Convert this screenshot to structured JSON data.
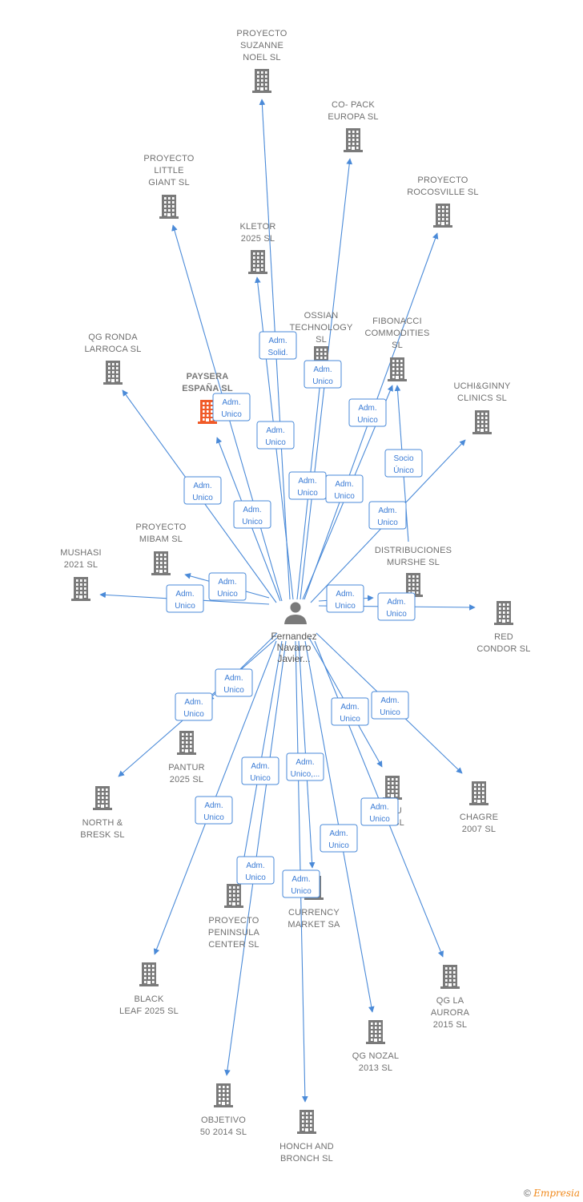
{
  "colors": {
    "edge": "#4a8ad8",
    "building": "#7a7a7a",
    "building_highlight": "#f05a28",
    "person": "#7a7a7a"
  },
  "center": {
    "label": [
      "Fernandez",
      "Navarro",
      "Javier..."
    ],
    "icon": "person-icon"
  },
  "nodes": [
    {
      "id": "suzanne",
      "label": [
        "PROYECTO",
        "SUZANNE",
        "NOEL  SL"
      ],
      "icon": "building-icon"
    },
    {
      "id": "copack",
      "label": [
        "CO- PACK",
        "EUROPA  SL"
      ],
      "icon": "building-icon"
    },
    {
      "id": "little-giant",
      "label": [
        "PROYECTO",
        "LITTLE",
        "GIANT  SL"
      ],
      "icon": "building-icon"
    },
    {
      "id": "rocosville",
      "label": [
        "PROYECTO",
        "ROCOSVILLE SL"
      ],
      "icon": "building-icon"
    },
    {
      "id": "kletor",
      "label": [
        "KLETOR",
        "2025  SL"
      ],
      "icon": "building-icon"
    },
    {
      "id": "ossian",
      "label": [
        "OSSIAN",
        "TECHNOLOGY",
        "SL"
      ],
      "icon": "building-icon"
    },
    {
      "id": "fibonacci",
      "label": [
        "FIBONACCI",
        "COMMODITIES",
        "SL"
      ],
      "icon": "building-icon"
    },
    {
      "id": "qg-ronda",
      "label": [
        "QG RONDA",
        "LARROCA SL"
      ],
      "icon": "building-icon"
    },
    {
      "id": "paysera",
      "label": [
        "PAYSERA",
        "ESPAÑA  SL"
      ],
      "icon": "building-icon",
      "highlight": true
    },
    {
      "id": "uchi",
      "label": [
        "UCHI&GINNY",
        "CLINICS  SL"
      ],
      "icon": "building-icon"
    },
    {
      "id": "mibam",
      "label": [
        "PROYECTO",
        "MIBAM SL"
      ],
      "icon": "building-icon"
    },
    {
      "id": "mushasi",
      "label": [
        "MUSHASI",
        "2021  SL"
      ],
      "icon": "building-icon"
    },
    {
      "id": "murshe",
      "label": [
        "DISTRIBUCIONES",
        "MURSHE  SL"
      ],
      "icon": "building-icon"
    },
    {
      "id": "red-condor",
      "label": [
        "RED",
        "CONDOR  SL"
      ],
      "icon": "building-icon"
    },
    {
      "id": "pantur",
      "label": [
        "PANTUR",
        "2025  SL"
      ],
      "icon": "building-icon"
    },
    {
      "id": "north-bresk",
      "label": [
        "NORTH &",
        "BRESK  SL"
      ],
      "icon": "building-icon"
    },
    {
      "id": "chagre",
      "label": [
        "CHAGRE",
        "2007 SL"
      ],
      "icon": "building-icon"
    },
    {
      "id": "u-sl",
      "label": [
        "U",
        "SL"
      ],
      "icon": "building-icon"
    },
    {
      "id": "peninsula",
      "label": [
        "PROYECTO",
        "PENINSULA",
        "CENTER SL"
      ],
      "icon": "building-icon"
    },
    {
      "id": "currency",
      "label": [
        "CURRENCY",
        "MARKET SA"
      ],
      "icon": "building-icon"
    },
    {
      "id": "black-leaf",
      "label": [
        "BLACK",
        "LEAF 2025  SL"
      ],
      "icon": "building-icon"
    },
    {
      "id": "qg-aurora",
      "label": [
        "QG LA",
        "AURORA",
        "2015  SL"
      ],
      "icon": "building-icon"
    },
    {
      "id": "qg-nozal",
      "label": [
        "QG NOZAL",
        "2013 SL"
      ],
      "icon": "building-icon"
    },
    {
      "id": "objetivo",
      "label": [
        "OBJETIVO",
        "50 2014 SL"
      ],
      "icon": "building-icon"
    },
    {
      "id": "honch",
      "label": [
        "HONCH AND",
        "BRONCH  SL"
      ],
      "icon": "building-icon"
    }
  ],
  "relations": [
    {
      "to": "suzanne",
      "label": [
        "Adm.",
        "Solid."
      ]
    },
    {
      "to": "copack",
      "label": [
        "Adm.",
        "Unico"
      ]
    },
    {
      "to": "little-giant",
      "label": [
        "Adm.",
        "Unico"
      ]
    },
    {
      "to": "rocosville",
      "label": [
        "Adm.",
        "Unico"
      ]
    },
    {
      "to": "kletor",
      "label": [
        "Adm.",
        "Unico"
      ]
    },
    {
      "to": "ossian",
      "label": [
        "Adm.",
        "Unico"
      ]
    },
    {
      "to": "fibonacci",
      "label": [
        "Adm.",
        "Unico"
      ]
    },
    {
      "to": "qg-ronda",
      "label": [
        "Adm.",
        "Unico"
      ]
    },
    {
      "to": "paysera",
      "label": [
        "Adm.",
        "Unico"
      ]
    },
    {
      "to": "uchi",
      "label": [
        "Adm.",
        "Unico"
      ]
    },
    {
      "to": "mibam",
      "label": [
        "Adm.",
        "Unico"
      ]
    },
    {
      "to": "mushasi",
      "label": [
        "Adm.",
        "Unico"
      ]
    },
    {
      "to": "murshe",
      "label": [
        "Adm.",
        "Unico"
      ]
    },
    {
      "to": "red-condor",
      "label": [
        "Adm.",
        "Unico"
      ]
    },
    {
      "to": "pantur",
      "label": [
        "Adm.",
        "Unico"
      ]
    },
    {
      "to": "north-bresk",
      "label": [
        "Adm.",
        "Unico"
      ]
    },
    {
      "to": "chagre",
      "label": [
        "Adm.",
        "Unico"
      ]
    },
    {
      "to": "u-sl",
      "label": [
        "Adm.",
        "Unico"
      ]
    },
    {
      "to": "peninsula",
      "label": [
        "Adm.",
        "Unico"
      ]
    },
    {
      "to": "currency",
      "label": [
        "Adm.",
        "Unico,..."
      ]
    },
    {
      "to": "black-leaf",
      "label": [
        "Adm.",
        "Unico"
      ]
    },
    {
      "to": "qg-aurora",
      "label": [
        "Adm.",
        "Unico"
      ]
    },
    {
      "to": "qg-nozal",
      "label": [
        "Adm.",
        "Unico"
      ]
    },
    {
      "to": "objetivo",
      "label": [
        "Adm.",
        "Unico"
      ]
    },
    {
      "to": "honch",
      "label": [
        "Adm.",
        "Unico"
      ]
    },
    {
      "from": "murshe",
      "to": "fibonacci",
      "label": [
        "Socio",
        "Único"
      ]
    }
  ],
  "footer": {
    "copyright": "©",
    "brand": "Empresia"
  }
}
